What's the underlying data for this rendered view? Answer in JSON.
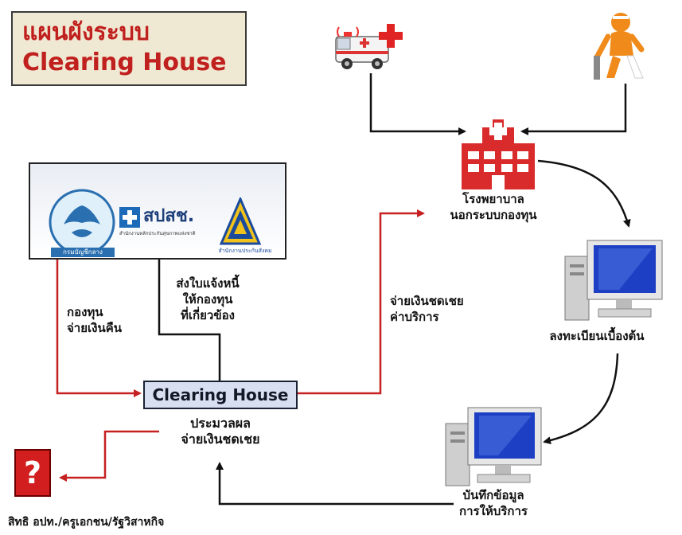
{
  "title": {
    "line1": "แผนผังระบบ",
    "line2": "Clearing House"
  },
  "logos": {
    "sso_name": "สปสช.",
    "sso_sub": "สำนักงานหลักประกันสุขภาพแห่งชาติ",
    "social_sub": "สำนักงานประกันสังคม",
    "comptroller_text": "กรมบัญชีกลาง"
  },
  "nodes": {
    "hospital": [
      "โรงพยาบาล",
      "นอกระบบกองทุน"
    ],
    "register": "ลงทะเบียนเบื้องต้น",
    "record": [
      "บันทึกข้อมูล",
      "การให้บริการ"
    ],
    "clearing_house": "Clearing House",
    "process": [
      "ประมวลผล",
      "จ่ายเงินชดเชย"
    ],
    "rights": "สิทธิ อปท./ครูเอกชน/รัฐวิสาหกิจ",
    "question_mark": "?"
  },
  "edges": {
    "fund_pays": [
      "กองทุน",
      "จ่ายเงินคืน"
    ],
    "send_invoice": [
      "ส่งใบแจ้งหนี้",
      "ให้กองทุน",
      "ที่เกี่ยวข้อง"
    ],
    "pay_service": [
      "จ่ายเงินชดเชย",
      "ค่าบริการ"
    ]
  }
}
